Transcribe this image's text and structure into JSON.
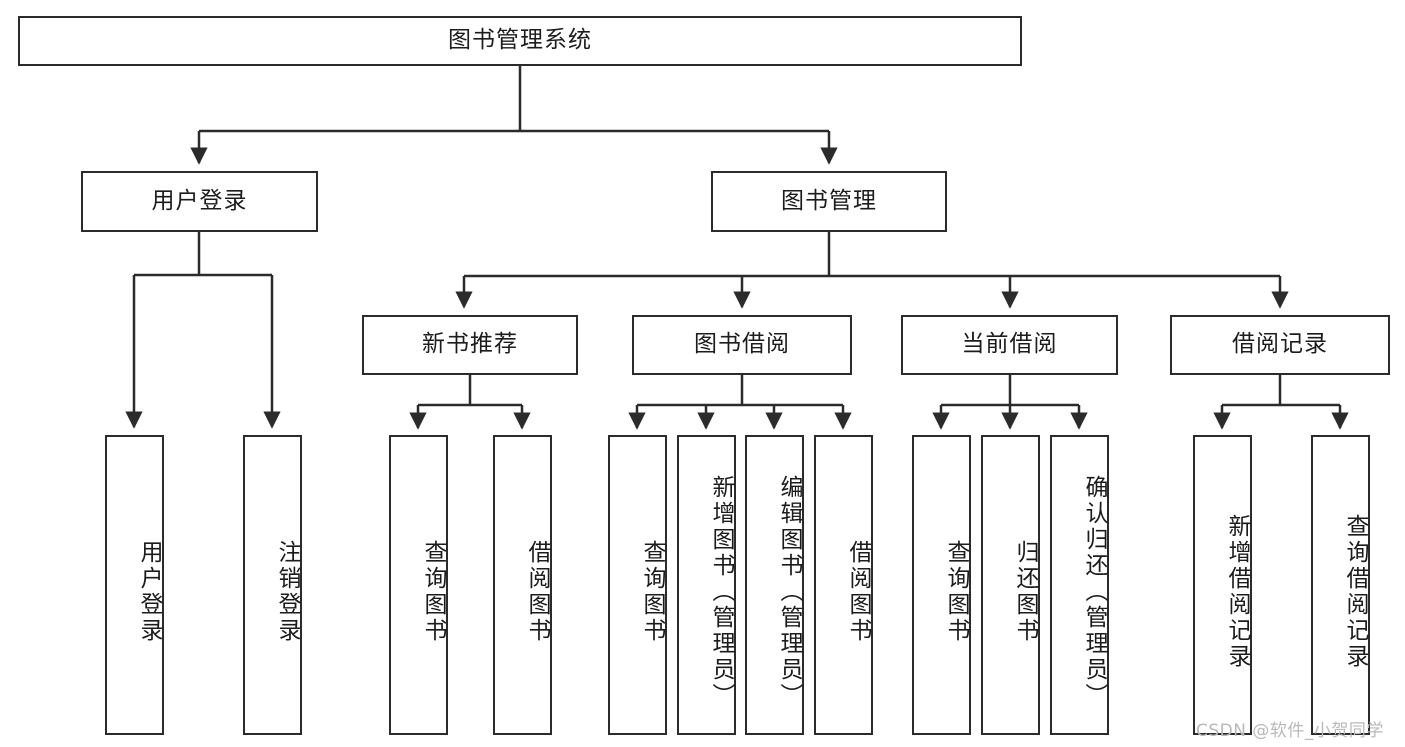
{
  "diagram": {
    "type": "tree",
    "title": "图书管理系统",
    "line_color": "#2b2b2b",
    "box_fill": "#ffffff",
    "text_color": "#1c1c1c",
    "watermark": "CSDN @软件_小贺同学",
    "watermark_color": "#b9b9b9",
    "levels": {
      "root": {
        "label": "图书管理系统"
      },
      "level2": [
        {
          "label": "用户登录"
        },
        {
          "label": "图书管理"
        }
      ],
      "level3": [
        {
          "label": "新书推荐"
        },
        {
          "label": "图书借阅"
        },
        {
          "label": "当前借阅"
        },
        {
          "label": "借阅记录"
        }
      ],
      "leaves": {
        "user_login": [
          {
            "label": "用户登录"
          },
          {
            "label": "注销登录"
          }
        ],
        "new_book_recommend": [
          {
            "label": "查询图书"
          },
          {
            "label": "借阅图书"
          }
        ],
        "book_borrow": [
          {
            "label": "查询图书"
          },
          {
            "label": "新增图书（管理员）"
          },
          {
            "label": "编辑图书（管理员）"
          },
          {
            "label": "借阅图书"
          }
        ],
        "current_borrow": [
          {
            "label": "查询图书"
          },
          {
            "label": "归还图书"
          },
          {
            "label": "确认归还（管理员）"
          }
        ],
        "borrow_record": [
          {
            "label": "新增借阅记录"
          },
          {
            "label": "查询借阅记录"
          }
        ]
      }
    }
  }
}
